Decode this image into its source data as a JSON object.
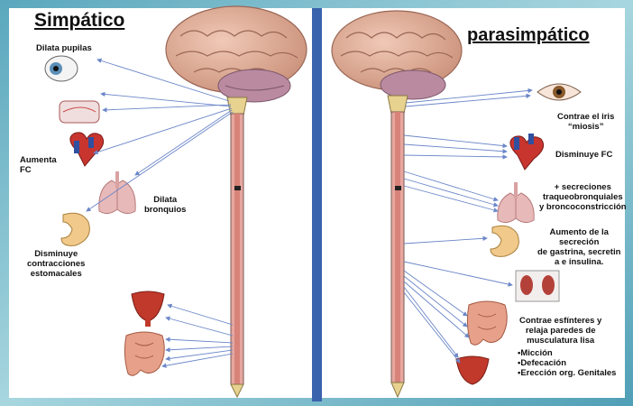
{
  "colors": {
    "background": "#6fb3c6",
    "divider": "#3a63ad",
    "arrow": "#6b86c8",
    "brain": "#e2b09a",
    "cord": "#e6a79f"
  },
  "sympathetic": {
    "title": "Simpático",
    "labels": {
      "pupils": "Dilata pupilas",
      "heart_1": "Aumenta",
      "heart_2": "FC",
      "bronchi_1": "Dilata",
      "bronchi_2": "bronquios",
      "stomach_1": "Disminuye",
      "stomach_2": "contracciones",
      "stomach_3": "estomacales"
    },
    "icons": [
      "eye-icon",
      "salivary-gland-icon",
      "heart-icon",
      "lungs-icon",
      "stomach-icon",
      "bladder-icon",
      "intestine-icon"
    ]
  },
  "parasympathetic": {
    "title": "parasimpático",
    "labels": {
      "iris_1": "Contrae el iris",
      "iris_2": "“miosis”",
      "heart": "Disminuye FC",
      "secretions_1": "+ secreciones",
      "secretions_2": "traqueobronquiales",
      "secretions_3": "y broncoconstricción",
      "gastric_1": "Aumento de la",
      "gastric_2": "secreción",
      "gastric_3": "de gastrina, secretin",
      "gastric_4": "a e insulina.",
      "sphincter_1": "Contrae esfínteres y",
      "sphincter_2": "relaja paredes de",
      "sphincter_3": "musculatura lisa",
      "bullet_1": "•Micción",
      "bullet_2": "•Defecación",
      "bullet_3": "•Erección org. Genitales"
    },
    "icons": [
      "eye-icon",
      "heart-icon",
      "lungs-icon",
      "stomach-icon",
      "kidneys-icon",
      "intestine-icon",
      "bladder-icon"
    ]
  }
}
